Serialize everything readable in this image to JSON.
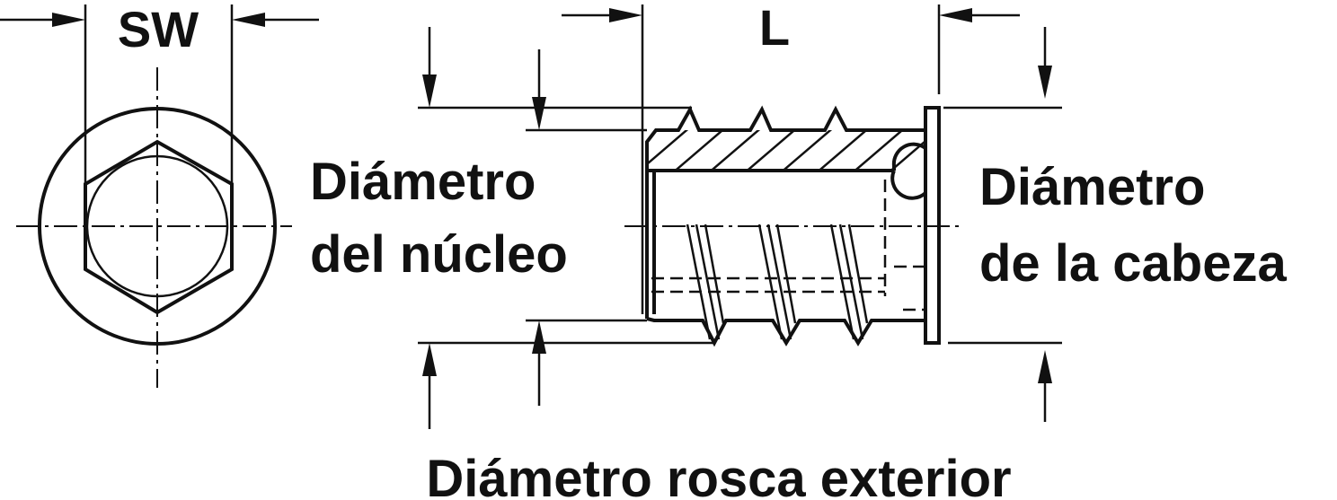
{
  "labels": {
    "sw": "SW",
    "length": "L",
    "core_diameter_line1": "Diámetro",
    "core_diameter_line2": "del núcleo",
    "head_diameter_line1": "Diámetro",
    "head_diameter_line2": "de la cabeza",
    "outer_thread_diameter": "Diámetro rosca exterior"
  }
}
